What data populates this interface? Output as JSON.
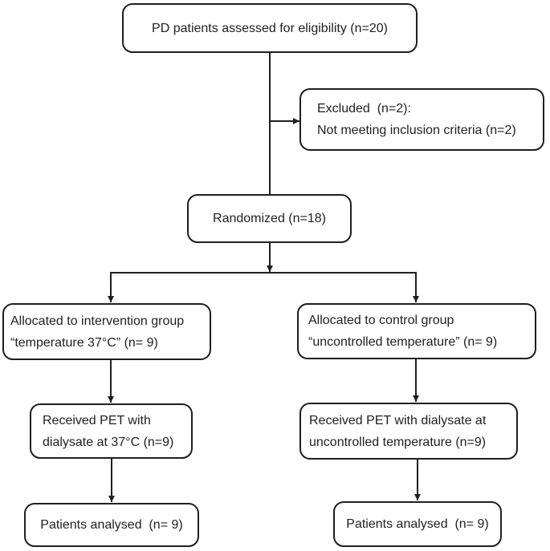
{
  "diagram_type": "consort-flow",
  "colors": {
    "line": "#1f1f1f",
    "text": "#1f1f1f",
    "background": "#ffffff"
  },
  "boxes": {
    "eligibility": {
      "line1": "PD patients assessed for eligibility (n=20)"
    },
    "excluded": {
      "line1": "Excluded  (n=2):",
      "line2": "Not meeting inclusion criteria (n=2)"
    },
    "randomized": {
      "line1": "Randomized (n=18)"
    },
    "allocated_intervention": {
      "line1": "Allocated to intervention group",
      "line2": "“temperature 37°C” (n= 9)"
    },
    "allocated_control": {
      "line1": "Allocated to control group",
      "line2": "“uncontrolled temperature” (n= 9)"
    },
    "pet_intervention": {
      "line1": "Received PET with",
      "line2": "dialysate at 37°C (n=9)"
    },
    "pet_control": {
      "line1": "Received PET with dialysate at",
      "line2": "uncontrolled temperature (n=9)"
    },
    "analysed_intervention": {
      "line1": "Patients analysed  (n= 9)"
    },
    "analysed_control": {
      "line1": "Patients analysed  (n= 9)"
    }
  }
}
